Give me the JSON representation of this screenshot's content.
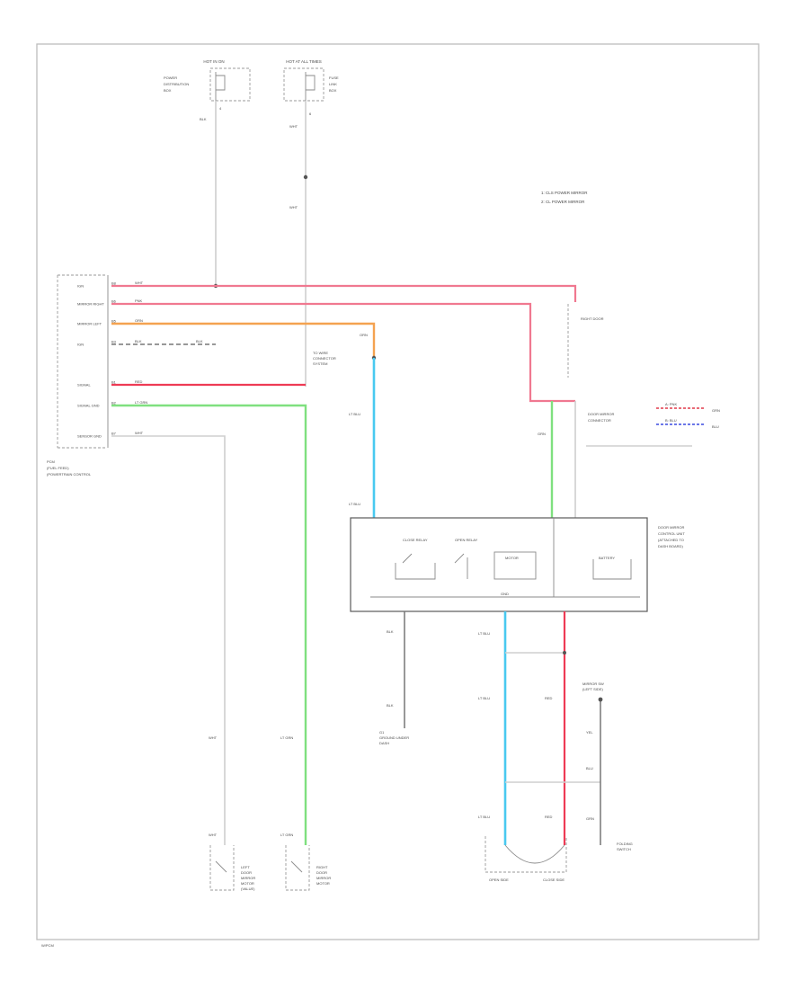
{
  "diagram": {
    "top_fuse_left": {
      "header": "HOT IN ON",
      "labels": [
        "POWER",
        "DISTRIBUTION",
        "BOX"
      ],
      "pin": "4",
      "wire": "BLK"
    },
    "top_fuse_right": {
      "header": "HOT AT ALL TIMES",
      "labels": [
        "FUSE",
        "LINK",
        "BOX"
      ],
      "pin": "6",
      "wire": "WHT",
      "wire2": "WHT"
    },
    "legend": [
      "1: CLS POWER MIRROR",
      "2: CL POWER MIRROR"
    ],
    "pcm": {
      "pins": [
        {
          "num": "B8",
          "name": "IGN"
        },
        {
          "num": "B6",
          "name": "MIRROR RIGHT"
        },
        {
          "num": "B5",
          "name": "MIRROR LEFT"
        },
        {
          "num": "B3",
          "name": "IGN"
        },
        {
          "num": "B1",
          "name": "SIGNAL"
        },
        {
          "num": "B2",
          "name": "SIGNAL GND"
        },
        {
          "num": "B7",
          "name": "SENSOR GND"
        }
      ],
      "title_lines": [
        "PCM",
        "(FUEL FEED)",
        "(POWERTRAIN CONTROL"
      ]
    },
    "wire_labels": {
      "pink": "PNK",
      "red": "RED",
      "orange": "ORN",
      "blk": "BLK",
      "lt_grn": "LT GRN",
      "lt_blu": "LT BLU",
      "wht": "WHT",
      "grn": "GRN",
      "blu": "BLU",
      "yel": "YEL"
    },
    "center_labels": [
      "TO WIRE",
      "CONNECTOR",
      "SYSTEM"
    ],
    "relay_box": {
      "title_lines": [
        "DOOR MIRROR",
        "CONTROL UNIT",
        "(ATTACHED TO",
        "DASH BOARD)"
      ],
      "sections": [
        "CLOSE RELAY",
        "OPEN RELAY",
        "MOTOR",
        "BATTERY"
      ],
      "ground": "GND"
    },
    "right_connector": {
      "labels": [
        "DOOR MIRROR",
        "CONNECTOR"
      ],
      "wires": [
        "A: PNK",
        "B: BLU"
      ],
      "term_labels": [
        "GRN",
        "BLU"
      ],
      "junction": "RIGHT DOOR"
    },
    "ground_label": [
      "G1",
      "GROUND UNDER",
      "DASH"
    ],
    "bottom_left_motors": [
      {
        "lines": [
          "LEFT",
          "DOOR",
          "MIRROR",
          "MOTOR",
          "(VALUE)"
        ]
      },
      {
        "lines": [
          "RIGHT",
          "DOOR",
          "MIRROR",
          "MOTOR"
        ]
      }
    ],
    "bottom_right": {
      "motor_labels": [
        "OPEN SIDE",
        "CLOSE SIDE"
      ],
      "unit_label": [
        "FOLDING",
        "SWITCH"
      ],
      "switch_label": [
        "MIRROR SW",
        "(LEFT SIDE)"
      ]
    },
    "footer": "W/PCM"
  }
}
